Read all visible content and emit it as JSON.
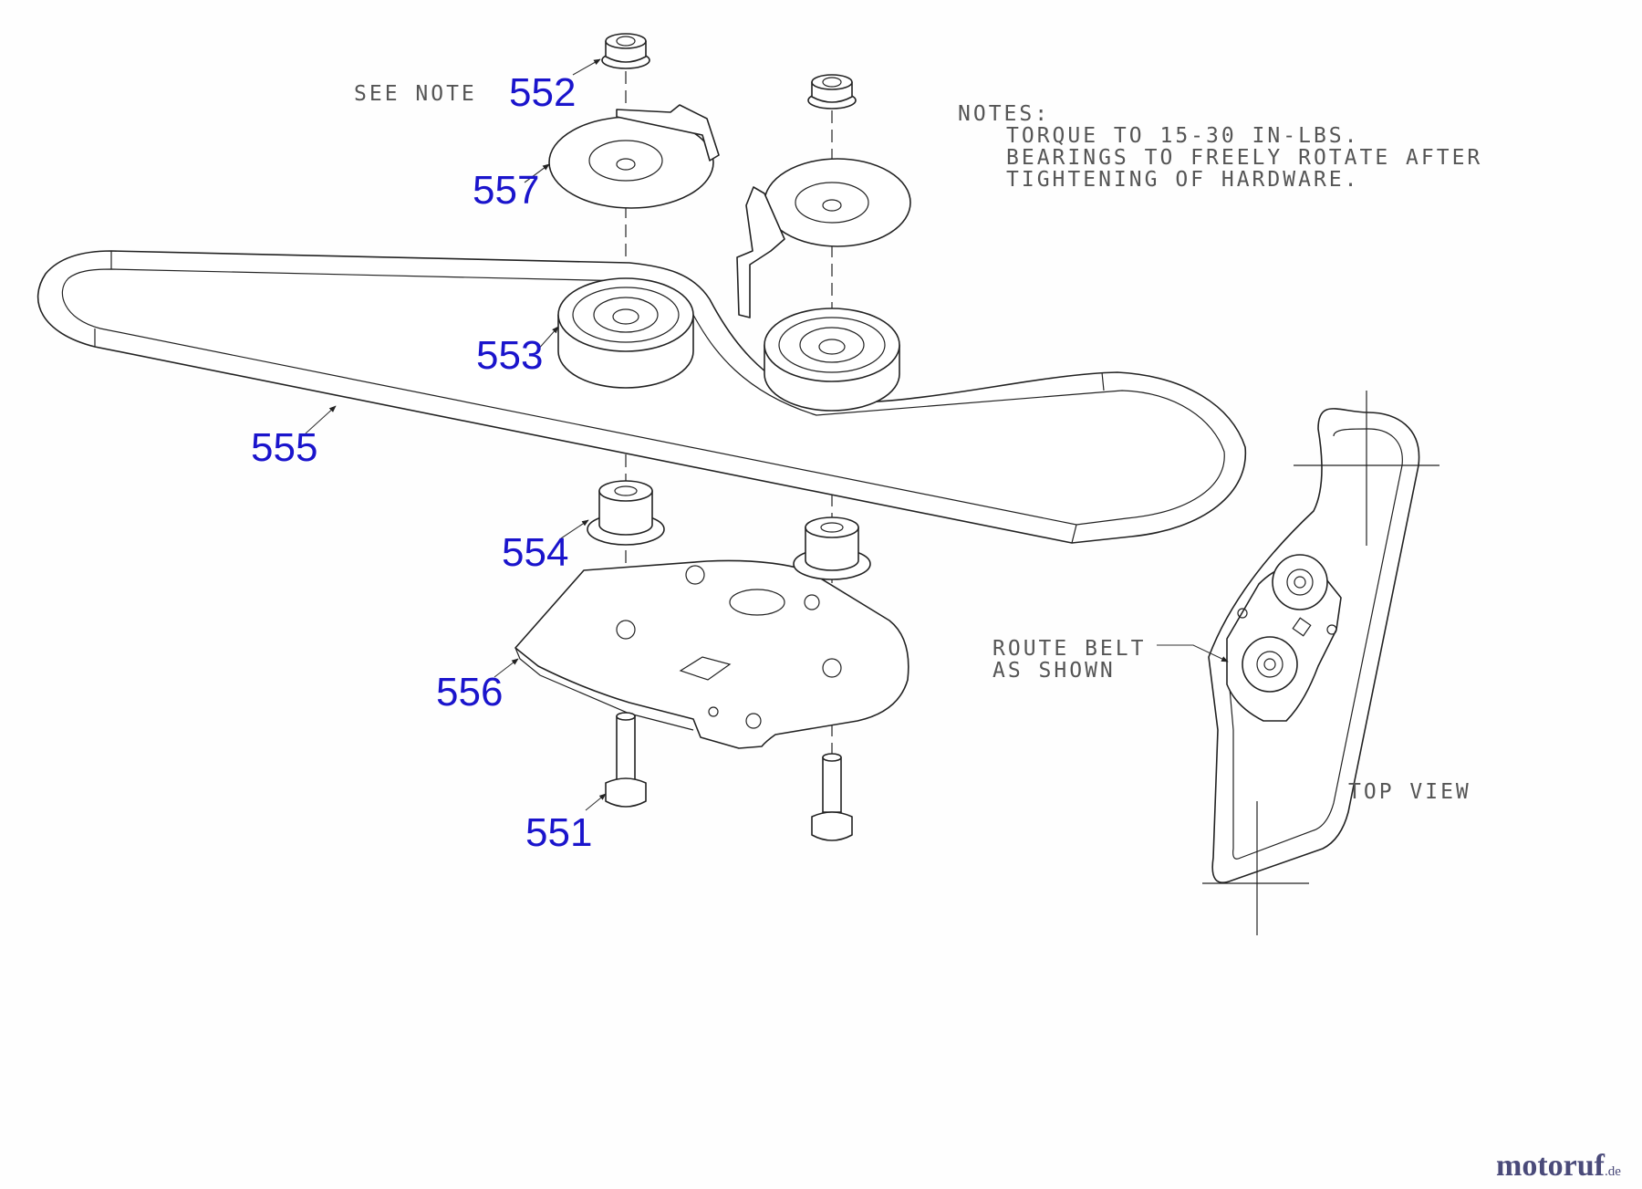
{
  "callouts": {
    "c551": "551",
    "c552": "552",
    "c553": "553",
    "c554": "554",
    "c555": "555",
    "c556": "556",
    "c557": "557"
  },
  "see_note": "SEE NOTE",
  "notes": {
    "title": "NOTES:",
    "line1": "TORQUE TO 15-30 IN-LBS.",
    "line2": "BEARINGS TO FREELY ROTATE AFTER",
    "line3": "TIGHTENING OF HARDWARE."
  },
  "route_belt": {
    "line1": "ROUTE BELT",
    "line2": "AS SHOWN"
  },
  "top_view": "TOP VIEW",
  "watermark": {
    "name": "motoruf",
    "suffix": ".de"
  },
  "colors": {
    "callout": "#1a14cc",
    "line": "#222222",
    "note": "#555555"
  }
}
